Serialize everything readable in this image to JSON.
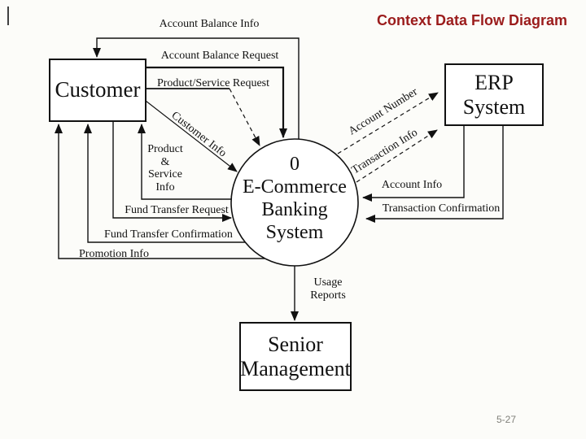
{
  "title": "Context Data Flow Diagram",
  "page_number": "5-27",
  "colors": {
    "title": "#9b1c1c",
    "line": "#111111",
    "page_number": "#80807a",
    "background": "#fcfcf9"
  },
  "process": {
    "number": "0",
    "label": "0\nE-Commerce\nBanking\nSystem"
  },
  "entities": {
    "customer": "Customer",
    "erp_system": "ERP\nSystem",
    "senior_management": "Senior\nManagement"
  },
  "flows": {
    "account_balance_info": "Account Balance Info",
    "account_balance_request": "Account Balance Request",
    "product_service_request": "Product/Service Request",
    "customer_info": "Customer Info",
    "product_service_info": "Product\n&\nService\nInfo",
    "fund_transfer_request": "Fund Transfer Request",
    "fund_transfer_confirmation": "Fund Transfer Confirmation",
    "promotion_info": "Promotion Info",
    "account_number": "Account Number",
    "transaction_info": "Transaction Info",
    "account_info": "Account Info",
    "transaction_confirmation": "Transaction Confirmation",
    "usage_reports": "Usage\nReports"
  }
}
